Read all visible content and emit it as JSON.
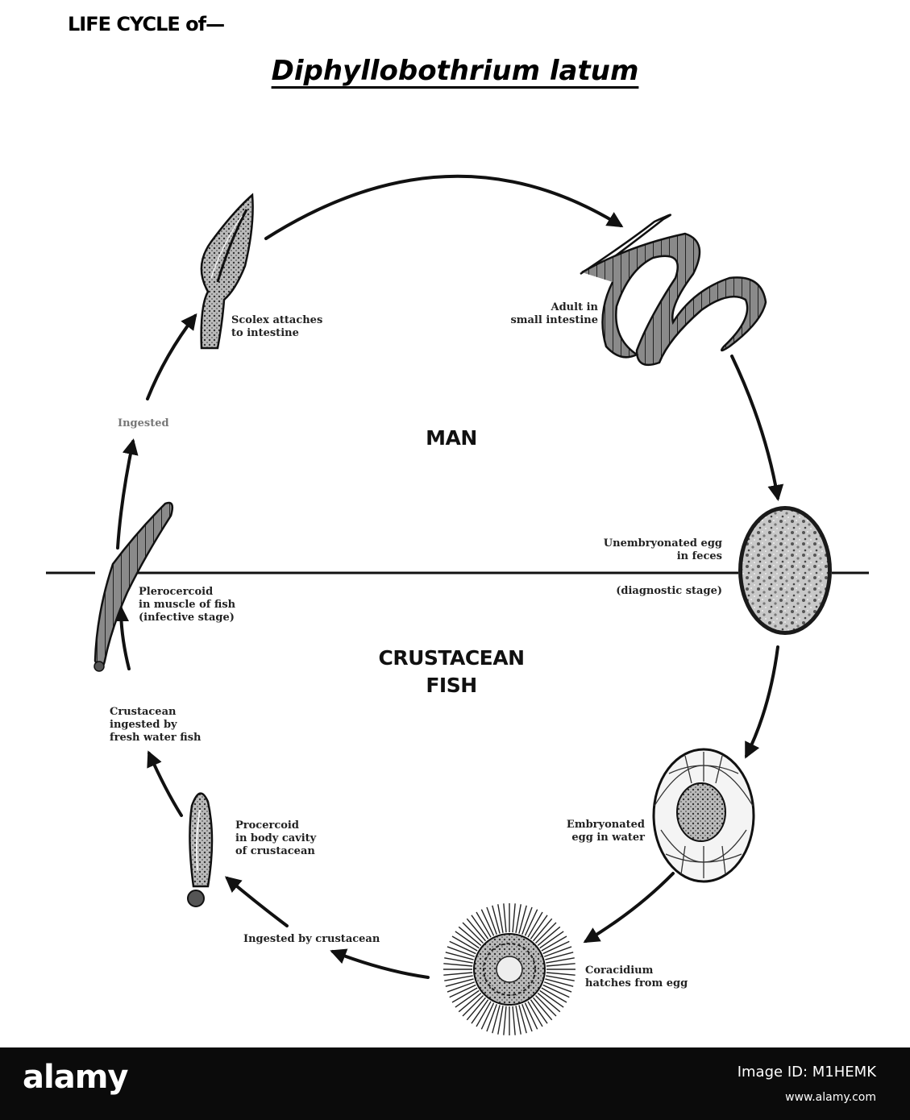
{
  "header": {
    "kicker": "LIFE CYCLE of—",
    "title": "Diphyllobothrium latum"
  },
  "zones": {
    "upper": "MAN",
    "lower": "CRUSTACEAN\nFISH"
  },
  "stages": {
    "adult": "Adult in\nsmall intestine",
    "unembryonated_egg": "Unembryonated egg\nin feces",
    "diagnostic": "(diagnostic stage)",
    "embryonated_egg": "Embryonated\negg in water",
    "coracidium": "Coracidium\nhatches from egg",
    "ingested_by_crustacean": "Ingested by crustacean",
    "procercoid": "Procercoid\nin body cavity\nof crustacean",
    "crustacean_ingested": "Crustacean\ningested by\nfresh water fish",
    "plerocercoid": "Plerocercoid\nin muscle of fish\n(infective stage)",
    "ingested": "Ingested",
    "scolex": "Scolex attaches\nto intestine"
  },
  "footer": {
    "brand": "alamy",
    "image_id": "Image ID: M1HEMK",
    "url": "www.alamy.com"
  }
}
